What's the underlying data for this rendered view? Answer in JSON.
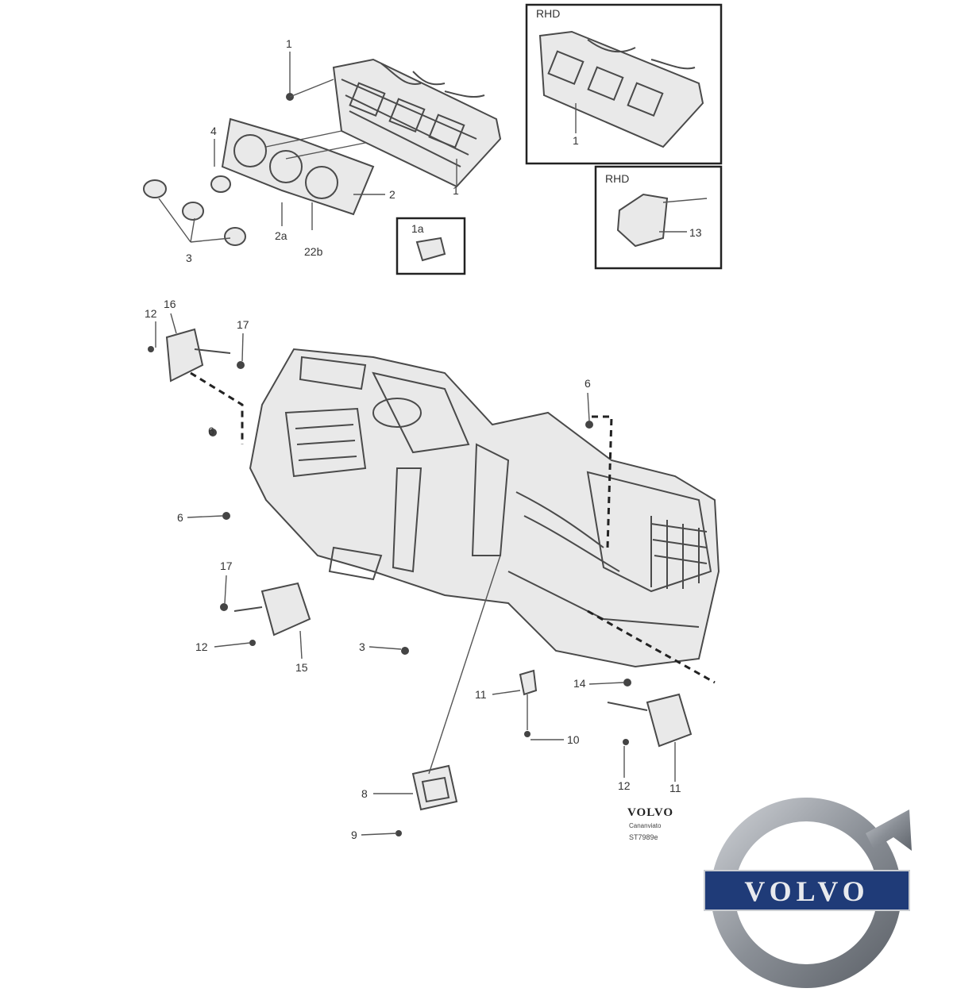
{
  "callouts": {
    "c1_top": "1",
    "c4": "4",
    "c2": "2",
    "c1_right": "1",
    "c2a": "2a",
    "c22b": "22b",
    "c3_top": "3",
    "c1a": "1a",
    "inset_lhd_title": "RHD",
    "inset_lhd_1": "1",
    "inset_rhd_title": "RHD",
    "inset_rhd_13": "13",
    "c12_a": "12",
    "c16": "16",
    "c17_a": "17",
    "c6_left_a": "6",
    "c6_left_b": "6",
    "c6_right": "6",
    "c17_b": "17",
    "c12_b": "12",
    "c15": "15",
    "c3_bottom": "3",
    "c11_a": "11",
    "c14": "14",
    "c10": "10",
    "c12_c": "12",
    "c11_b": "11",
    "c8": "8",
    "c9": "9"
  },
  "stamp": {
    "brand": "VOLVO",
    "line2": "Cananviato",
    "code": "ST7989e"
  },
  "logo": {
    "wordmark": "VOLVO",
    "ring_color": "#8a8f96",
    "band_color": "#1f3b78"
  }
}
